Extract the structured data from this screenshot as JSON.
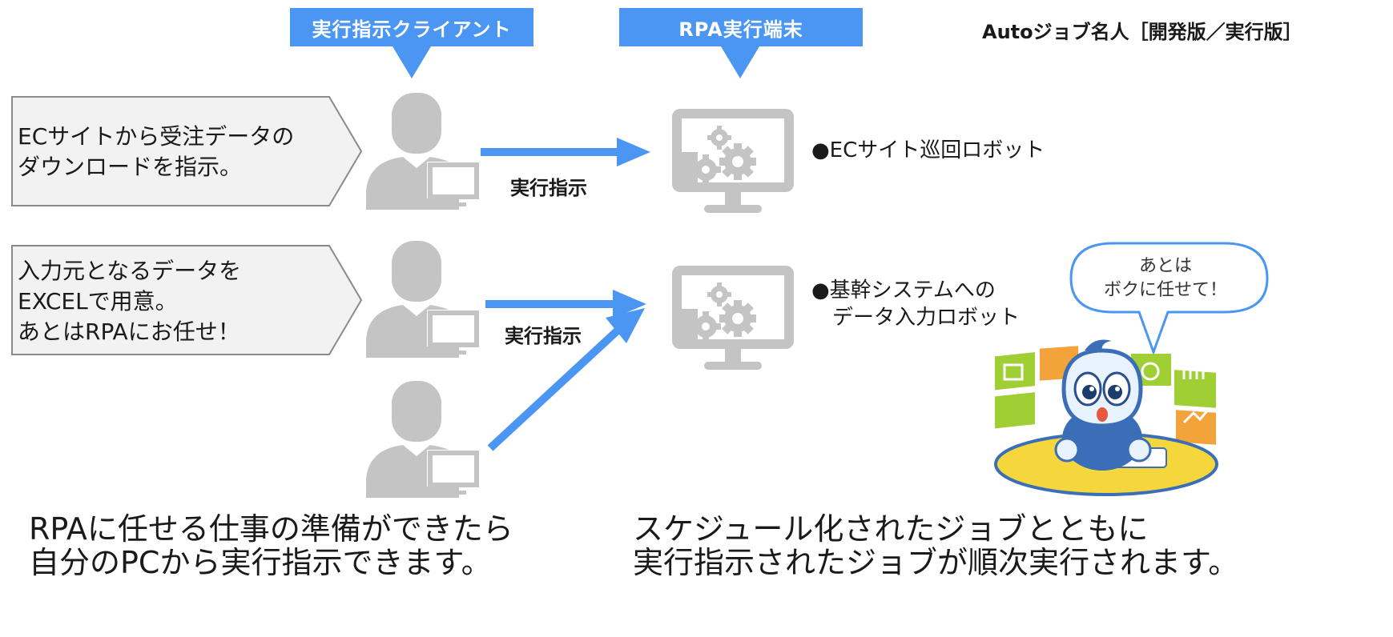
{
  "header": {
    "client_banner": "実行指示クライアント",
    "terminal_banner": "RPA実行端末",
    "product_title": "Autoジョブ名人［開発版／実行版］"
  },
  "rows": [
    {
      "instruction_lines": [
        "ECサイトから受注データの",
        "ダウンロードを指示。"
      ],
      "arrow_label": "実行指示",
      "robot_label": "●ECサイト巡回ロボット"
    },
    {
      "instruction_lines": [
        "入力元となるデータを",
        "EXCELで用意。",
        "あとはRPAにお任せ！"
      ],
      "arrow_label": "実行指示",
      "robot_label": "●基幹システムへの\n　データ入力ロボット"
    }
  ],
  "mascot": {
    "speech_lines": [
      "あとは",
      "ボクに任せて！"
    ]
  },
  "captions": {
    "left": [
      "RPAに任せる仕事の準備ができたら",
      "自分のPCから実行指示できます。"
    ],
    "right": [
      "スケジュール化されたジョブとともに",
      "実行指示されたジョブが順次実行されます。"
    ]
  },
  "colors": {
    "accent": "#4a96f2",
    "icon_gray": "#c4c4c4",
    "pentagon_fill": "#f2f2f2",
    "pentagon_stroke": "#8a8a8a",
    "bubble_stroke": "#4a96f2"
  },
  "icons": {
    "client": "person-with-pc-icon",
    "terminal": "monitor-gears-icon",
    "mascot": "robot-mascot-icon"
  }
}
